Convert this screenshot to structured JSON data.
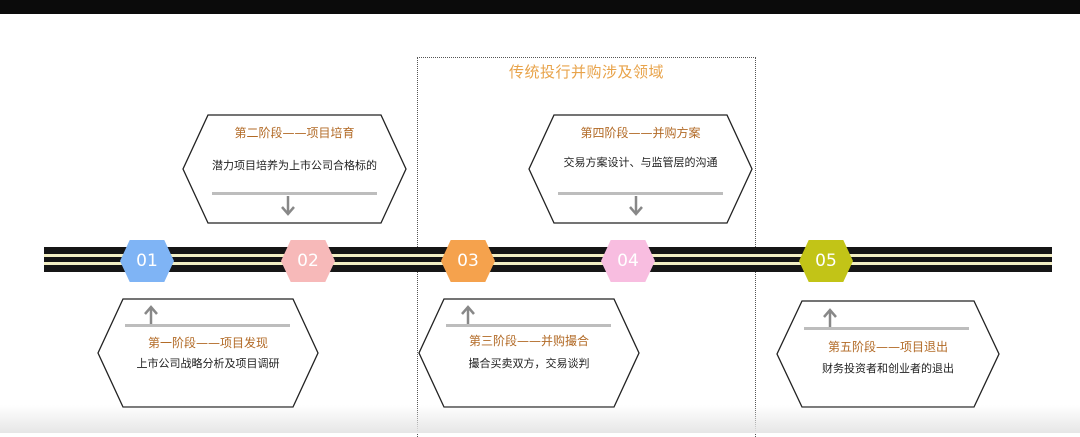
{
  "region": {
    "title": "传统投行并购涉及领域"
  },
  "stages": [
    {
      "num": "01",
      "color": "#7fb4f5",
      "title": "第一阶段——项目发现",
      "desc": "上市公司战略分析及项目调研"
    },
    {
      "num": "02",
      "color": "#f7b9b9",
      "title": "第二阶段——项目培育",
      "desc": "潜力项目培养为上市公司合格标的"
    },
    {
      "num": "03",
      "color": "#f5a24d",
      "title": "第三阶段——并购撮合",
      "desc": "撮合买卖双方，交易谈判"
    },
    {
      "num": "04",
      "color": "#f8bde0",
      "title": "第四阶段——并购方案",
      "desc": "交易方案设计、与监管层的沟通"
    },
    {
      "num": "05",
      "color": "#c2c417",
      "title": "第五阶段——项目退出",
      "desc": "财务投资者和创业者的退出"
    }
  ]
}
